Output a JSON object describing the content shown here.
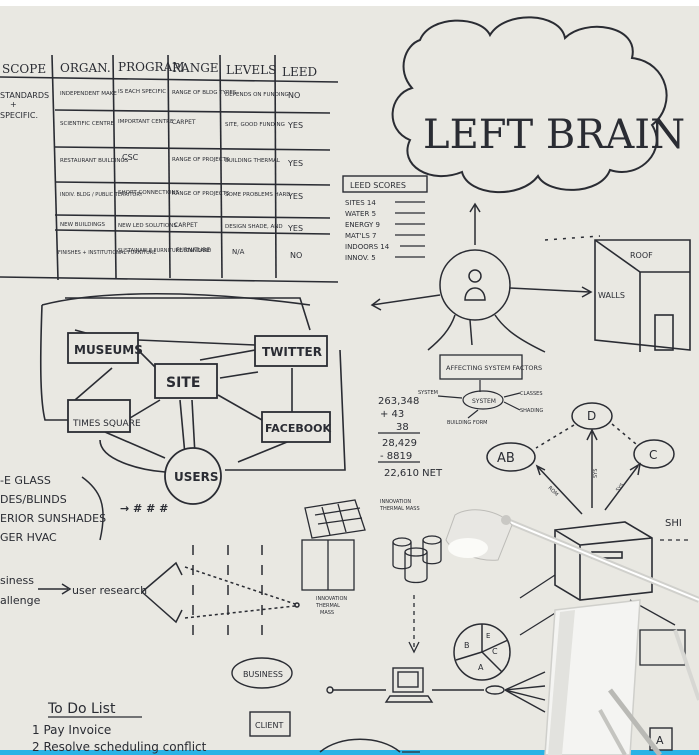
{
  "scene": {
    "description": "Photo of a whiteboard wall covered in hand-drawn planning sketches",
    "colors": {
      "board": "#e9e8e2",
      "ink": "#2a2c33",
      "band": "#2bb3e6"
    }
  },
  "table": {
    "headers": [
      "SCOPE",
      "ORGAN.",
      "PROGRAM",
      "RANGE",
      "LEVELS",
      "LEED"
    ],
    "scope_notes": [
      "STANDARDS",
      "+",
      "SPECIFIC."
    ],
    "rows": [
      [
        "INDEPENDENT MAKE",
        "IS EACH SPECIFIC",
        "RANGE OF BLDG TYPES",
        "DEPENDS ON FUNDING",
        "NO"
      ],
      [
        "SCIENTIFIC CENTRE",
        "IMPORTANT CENTRE",
        "CARPET",
        "SITE, GOOD FUNDING",
        "YES"
      ],
      [
        "RESTAURANT BUILDINGS",
        "CSC",
        "RANGE OF PROJECTS",
        "BUILDING THERMAL",
        "YES"
      ],
      [
        "INDIV. BLDG / PUBLIC TERRITORY",
        "SHORT CONNECTIONS",
        "RANGE OF PROJECTS",
        "SOME PROBLEMS HARD",
        "YES"
      ],
      [
        "NEW BUILDINGS",
        "NEW LED SOLUTIONS",
        "CARPET",
        "DESIGN SHADE, AND",
        "YES"
      ],
      [
        "FINISHES + INSTITUTIONAL FURNITURE",
        "SUSTAINABLE FURNITURE STANDARD",
        "FURNITURE",
        "N/A",
        "NO"
      ]
    ]
  },
  "cloud": {
    "title": "LEFT BRAIN"
  },
  "leed_scores": {
    "title": "LEED SCORES",
    "items": [
      "SITES 14",
      "WATER 5",
      "ENERGY 9",
      "MAT'LS 7",
      "INDOORS 14",
      "INNOV. 5"
    ]
  },
  "flow": {
    "nodes": [
      "MUSEUMS",
      "SITE",
      "TWITTER",
      "TIMES SQUARE",
      "FACEBOOK",
      "USERS"
    ]
  },
  "house": {
    "roof": "ROOF",
    "walls": "WALLS"
  },
  "affecting_box": {
    "label": "AFFECTING SYSTEM FACTORS"
  },
  "system": {
    "center": "SYSTEM",
    "left": "SYSTEM",
    "right_top": "CLASSES",
    "right_bottom": "SHADING",
    "below": "BUILDING FORM"
  },
  "calc": {
    "lines": [
      "263,348",
      "+  43",
      "38",
      "28,429",
      "- 8819",
      "22,610 NET"
    ]
  },
  "abc": {
    "d": "D",
    "ab": "AB",
    "c": "C",
    "edges": [
      "ROM",
      "SYS",
      "SYS"
    ]
  },
  "left_notes": [
    "-E GLASS",
    "DES/BLINDS",
    "ERIOR SUNSHADES",
    "GER HVAC"
  ],
  "arrow_note": "→ # # #",
  "challenge": {
    "label1": "siness",
    "label2": "allenge",
    "research": "user research"
  },
  "panel": {
    "label1": "INNOVATION",
    "label2": "THERMAL MASS"
  },
  "mass": {
    "label1": "INNOVATION",
    "label2": "THERMAL",
    "label3": "MASS"
  },
  "business": "BUSINESS",
  "client": "CLIENT",
  "ship": "SHI",
  "pie": {
    "b": "B",
    "e": "E",
    "c": "C",
    "a": "A"
  },
  "corner_a": "A",
  "todo": {
    "title": "To Do List",
    "items": [
      "1 Pay Invoice",
      "2 Resolve scheduling conflict"
    ]
  }
}
